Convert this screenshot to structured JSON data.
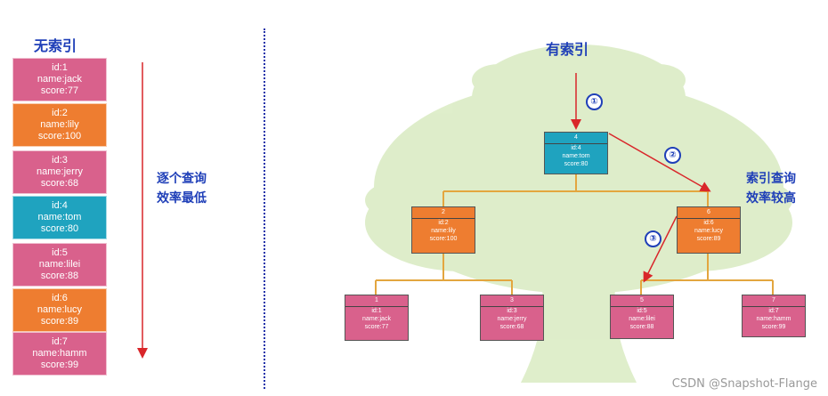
{
  "left": {
    "title": "无索引",
    "note_line1": "逐个查询",
    "note_line2": "效率最低",
    "records": [
      {
        "id": "id:1",
        "name": "name:jack",
        "score": "score:77",
        "color": "#d9618c"
      },
      {
        "id": "id:2",
        "name": "name:lily",
        "score": "score:100",
        "color": "#ee7d30"
      },
      {
        "id": "id:3",
        "name": "name:jerry",
        "score": "score:68",
        "color": "#d9618c"
      },
      {
        "id": "id:4",
        "name": "name:tom",
        "score": "score:80",
        "color": "#1fa3bf"
      },
      {
        "id": "id:5",
        "name": "name:lilei",
        "score": "score:88",
        "color": "#d9618c"
      },
      {
        "id": "id:6",
        "name": "name:lucy",
        "score": "score:89",
        "color": "#ee7d30"
      },
      {
        "id": "id:7",
        "name": "name:hamm",
        "score": "score:99",
        "color": "#d9618c"
      }
    ]
  },
  "right": {
    "title": "有索引",
    "note_line1": "索引查询",
    "note_line2": "效率较高",
    "steps": [
      "①",
      "②",
      "③"
    ],
    "tree": {
      "root": {
        "key": "4",
        "id": "id:4",
        "name": "name:tom",
        "score": "score:80",
        "color": "#1fa3bf"
      },
      "mid_left": {
        "key": "2",
        "id": "id:2",
        "name": "name:lily",
        "score": "score:100",
        "color": "#ee7d30"
      },
      "mid_right": {
        "key": "6",
        "id": "id:6",
        "name": "name:lucy",
        "score": "score:89",
        "color": "#ee7d30"
      },
      "leaf1": {
        "key": "1",
        "id": "id:1",
        "name": "name:jack",
        "score": "score:77",
        "color": "#d9618c"
      },
      "leaf3": {
        "key": "3",
        "id": "id:3",
        "name": "name:jerry",
        "score": "score:68",
        "color": "#d9618c"
      },
      "leaf5": {
        "key": "5",
        "id": "id:5",
        "name": "name:lilei",
        "score": "score:88",
        "color": "#d9618c"
      },
      "leaf7": {
        "key": "7",
        "id": "id:7",
        "name": "name:hamm",
        "score": "score:99",
        "color": "#d9618c"
      }
    }
  },
  "watermark": "CSDN @Snapshot-Flange"
}
